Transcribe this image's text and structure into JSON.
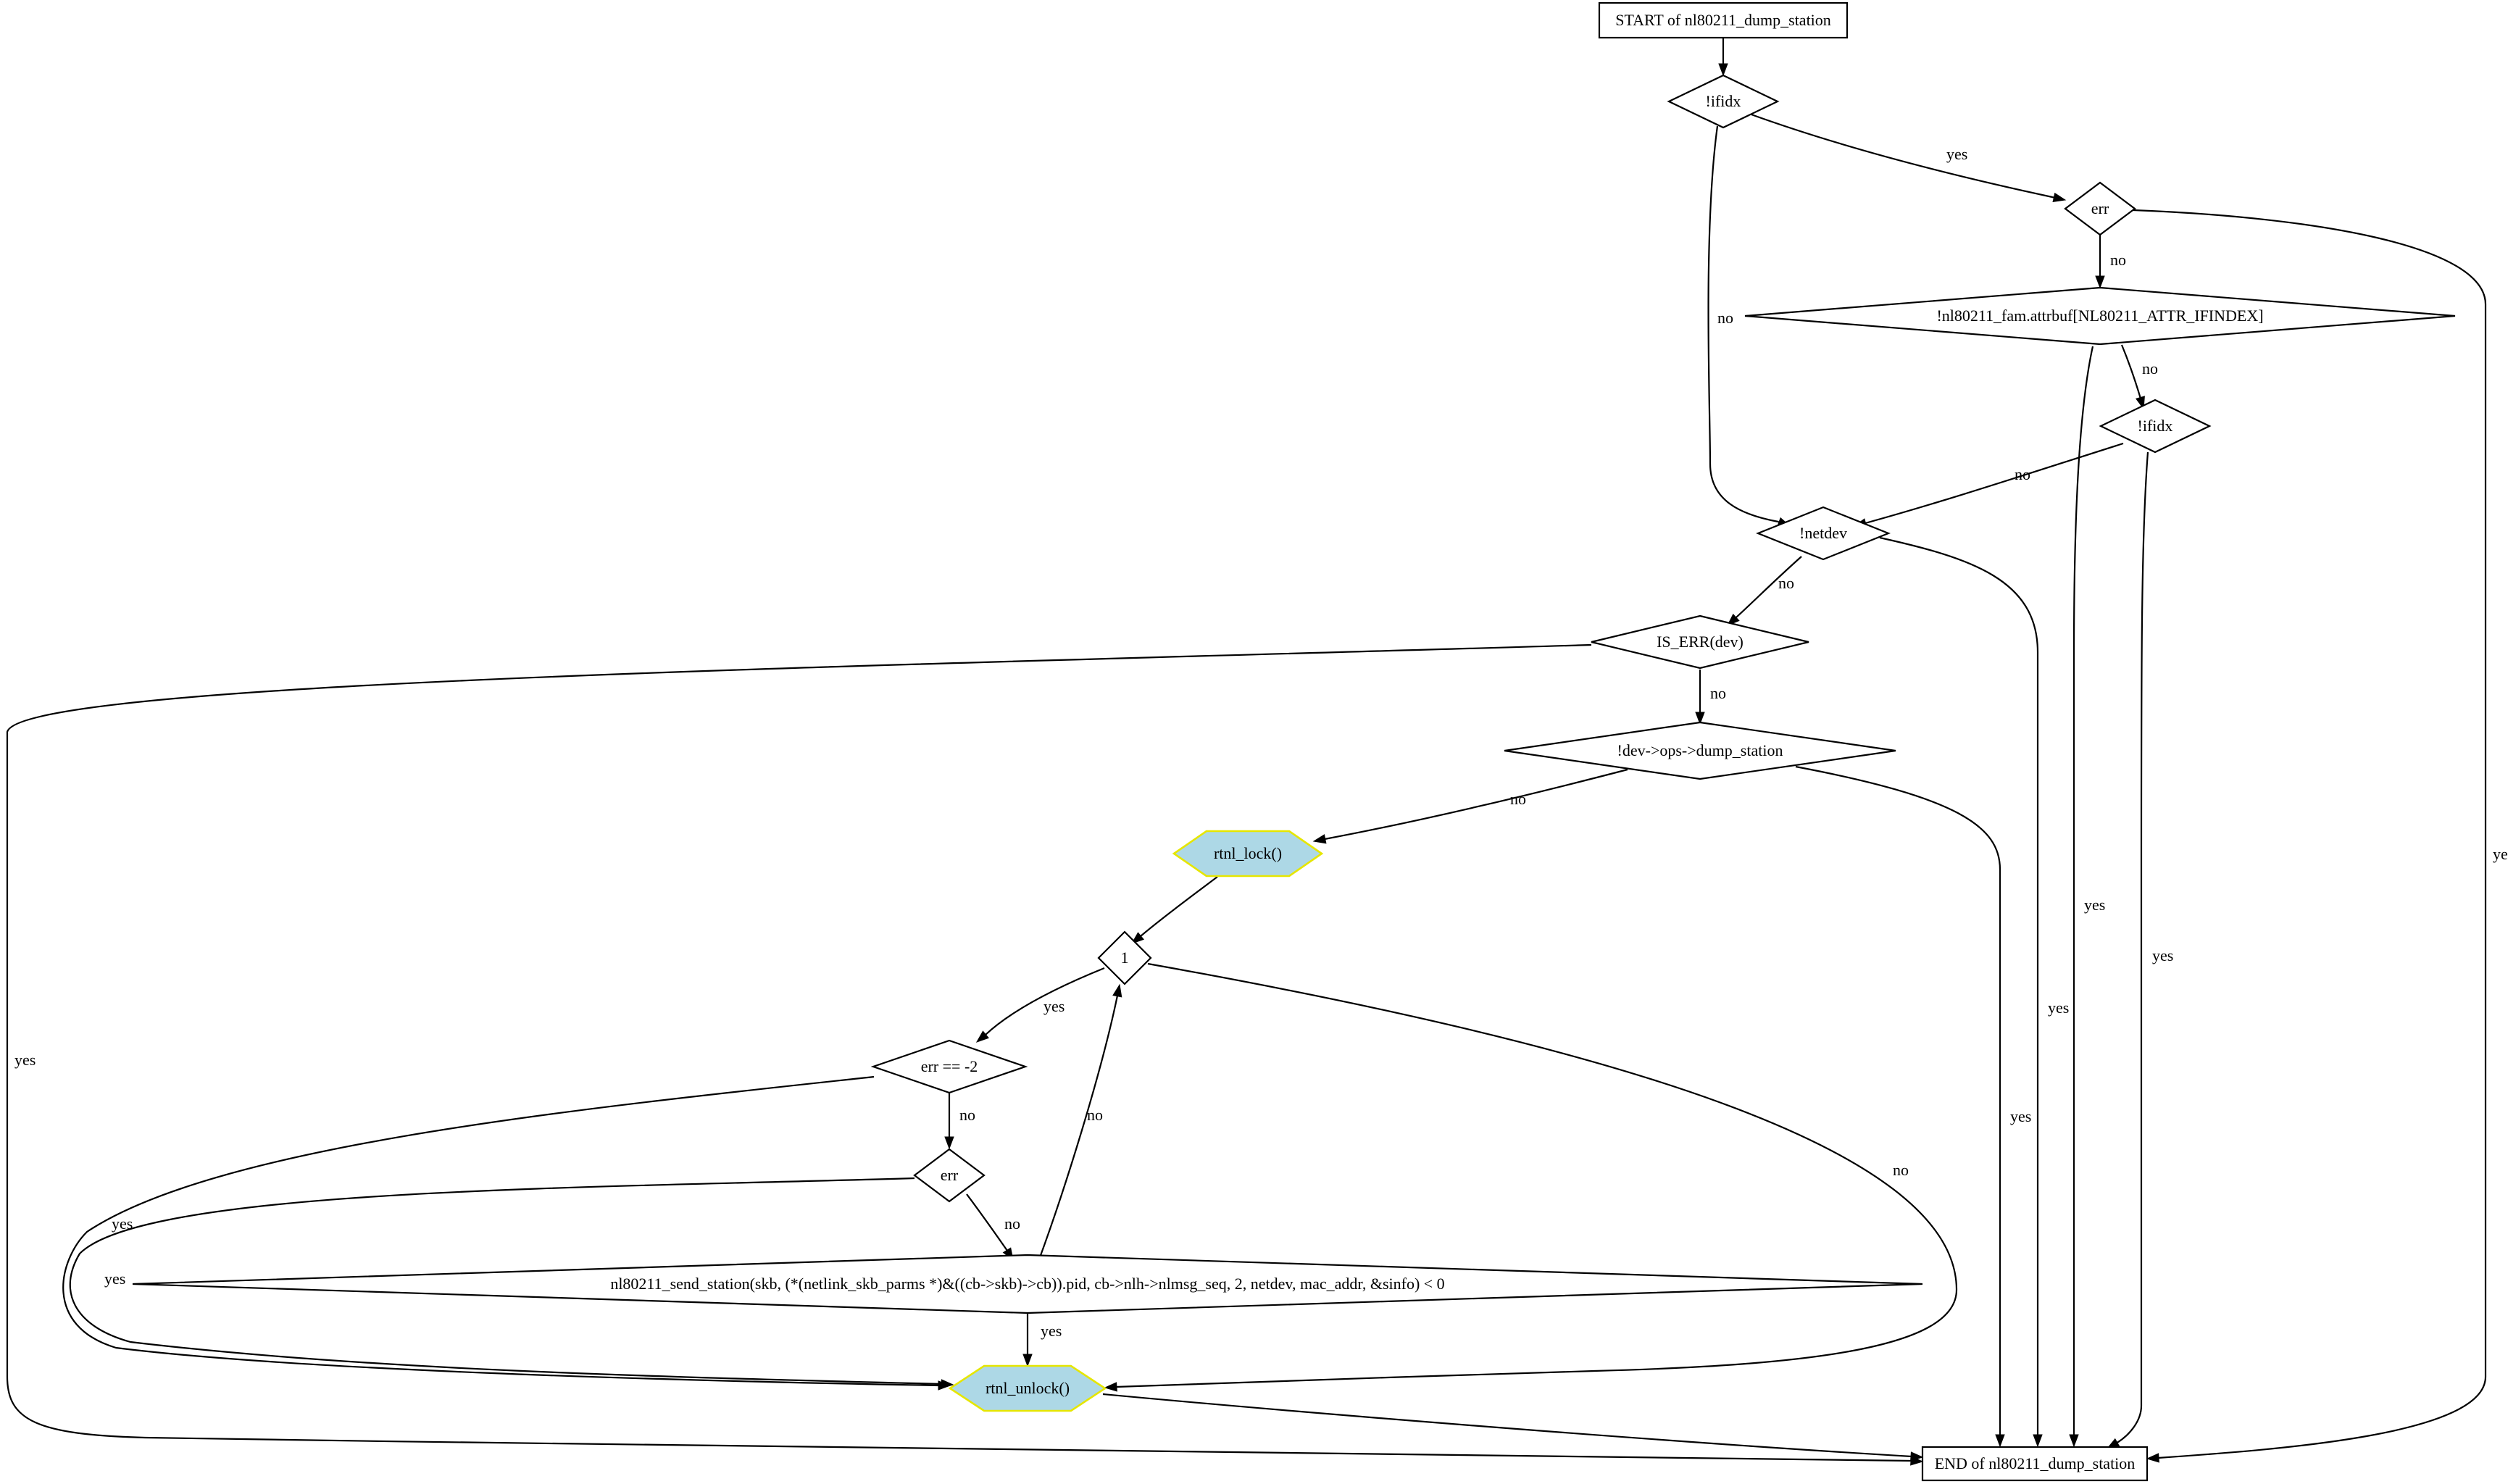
{
  "diagram": {
    "nodes": [
      {
        "id": "start",
        "label": "START of nl80211_dump_station",
        "shape": "box"
      },
      {
        "id": "ifidx1",
        "label": "!ifidx",
        "shape": "diamond"
      },
      {
        "id": "err1",
        "label": "err",
        "shape": "diamond"
      },
      {
        "id": "attrbuf",
        "label": "!nl80211_fam.attrbuf[NL80211_ATTR_IFINDEX]",
        "shape": "diamond"
      },
      {
        "id": "ifidx2",
        "label": "!ifidx",
        "shape": "diamond"
      },
      {
        "id": "netdev",
        "label": "!netdev",
        "shape": "diamond"
      },
      {
        "id": "iserr",
        "label": "IS_ERR(dev)",
        "shape": "diamond"
      },
      {
        "id": "dumpst",
        "label": "!dev->ops->dump_station",
        "shape": "diamond"
      },
      {
        "id": "rtnl_lock",
        "label": "rtnl_lock()",
        "shape": "hexagon"
      },
      {
        "id": "one",
        "label": "1",
        "shape": "diamond"
      },
      {
        "id": "errm2",
        "label": "err == -2",
        "shape": "diamond"
      },
      {
        "id": "err2",
        "label": "err",
        "shape": "diamond"
      },
      {
        "id": "send",
        "label": "nl80211_send_station(skb, (*(netlink_skb_parms *)&((cb->skb)->cb)).pid, cb->nlh->nlmsg_seq, 2, netdev, mac_addr, &sinfo) < 0",
        "shape": "diamond"
      },
      {
        "id": "rtnl_unlock",
        "label": "rtnl_unlock()",
        "shape": "hexagon"
      },
      {
        "id": "end",
        "label": "END of nl80211_dump_station",
        "shape": "box"
      }
    ],
    "edges": [
      {
        "id": "e-start-ifidx1",
        "from": "start",
        "to": "ifidx1",
        "label": ""
      },
      {
        "id": "e-ifidx1-err1",
        "from": "ifidx1",
        "to": "err1",
        "label": "yes"
      },
      {
        "id": "e-ifidx1-netdev",
        "from": "ifidx1",
        "to": "netdev",
        "label": "no"
      },
      {
        "id": "e-err1-attrbuf",
        "from": "err1",
        "to": "attrbuf",
        "label": "no"
      },
      {
        "id": "e-err1-end",
        "from": "err1",
        "to": "end",
        "label": "yes"
      },
      {
        "id": "e-attrbuf-ifidx2",
        "from": "attrbuf",
        "to": "ifidx2",
        "label": "no"
      },
      {
        "id": "e-attrbuf-end",
        "from": "attrbuf",
        "to": "end",
        "label": "yes"
      },
      {
        "id": "e-ifidx2-netdev",
        "from": "ifidx2",
        "to": "netdev",
        "label": "no"
      },
      {
        "id": "e-ifidx2-end",
        "from": "ifidx2",
        "to": "end",
        "label": "yes"
      },
      {
        "id": "e-netdev-iserr",
        "from": "netdev",
        "to": "iserr",
        "label": "no"
      },
      {
        "id": "e-netdev-end",
        "from": "netdev",
        "to": "end",
        "label": "yes"
      },
      {
        "id": "e-iserr-dumpst",
        "from": "iserr",
        "to": "dumpst",
        "label": "no"
      },
      {
        "id": "e-iserr-end",
        "from": "iserr",
        "to": "end",
        "label": "yes"
      },
      {
        "id": "e-dumpst-rtnl_lock",
        "from": "dumpst",
        "to": "rtnl_lock",
        "label": "no"
      },
      {
        "id": "e-dumpst-end",
        "from": "dumpst",
        "to": "end",
        "label": "yes"
      },
      {
        "id": "e-rtnl_lock-one",
        "from": "rtnl_lock",
        "to": "one",
        "label": ""
      },
      {
        "id": "e-one-errm2",
        "from": "one",
        "to": "errm2",
        "label": "yes"
      },
      {
        "id": "e-one-rtnl_unlock",
        "from": "one",
        "to": "rtnl_unlock",
        "label": "no"
      },
      {
        "id": "e-errm2-err2",
        "from": "errm2",
        "to": "err2",
        "label": "no"
      },
      {
        "id": "e-errm2-rtnl_unlock",
        "from": "errm2",
        "to": "rtnl_unlock",
        "label": "yes"
      },
      {
        "id": "e-err2-send",
        "from": "err2",
        "to": "send",
        "label": "no"
      },
      {
        "id": "e-err2-rtnl_unlock",
        "from": "err2",
        "to": "rtnl_unlock",
        "label": "yes"
      },
      {
        "id": "e-send-rtnl_unlock",
        "from": "send",
        "to": "rtnl_unlock",
        "label": "yes"
      },
      {
        "id": "e-send-one",
        "from": "send",
        "to": "one",
        "label": "no"
      },
      {
        "id": "e-rtnl_unlock-end",
        "from": "rtnl_unlock",
        "to": "end",
        "label": ""
      }
    ]
  },
  "colors": {
    "function_fill": "#add8e6",
    "function_border": "#e6e600",
    "stroke": "#000000",
    "background": "#ffffff"
  }
}
